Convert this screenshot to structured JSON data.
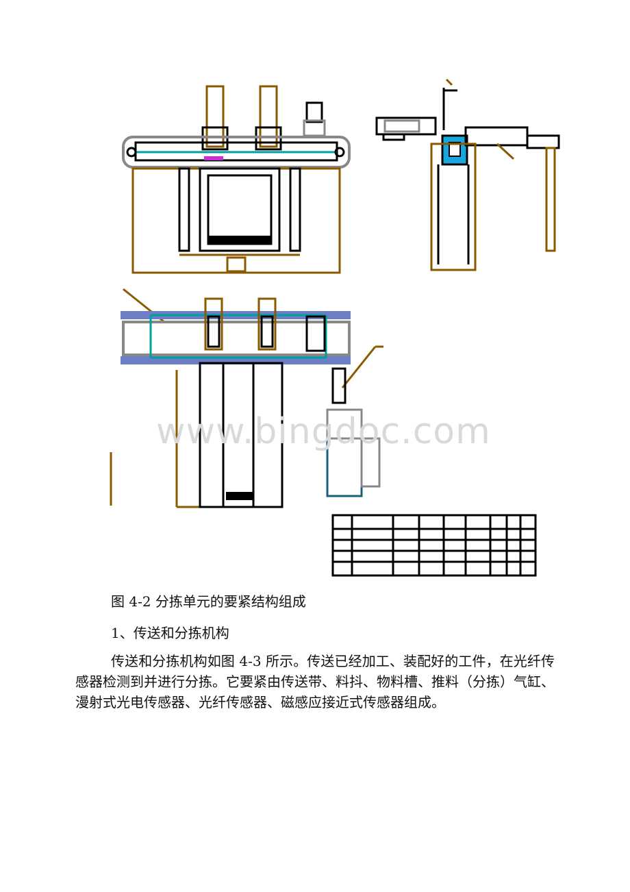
{
  "figure": {
    "caption": "图 4-2 分拣单元的要紧结构组成",
    "watermark": "www.bingdoc.com",
    "colors": {
      "line": "#000000",
      "frame": "#8a5a00",
      "belt": "#00a0a0",
      "cylinder": "#1aa7e0",
      "rail": "#6d7fc4",
      "grey": "#888888",
      "magenta": "#cc33cc"
    }
  },
  "section": {
    "heading": "1、传送和分拣机构",
    "paragraph": "传送和分拣机构如图 4-3 所示。传送已经加工、装配好的工件，在光纤传感器检测到并进行分拣。它要紧由传送带、料抖、物料槽、推料（分拣）气缸、漫射式光电传感器、光纤传感器、磁感应接近式传感器组成。"
  }
}
